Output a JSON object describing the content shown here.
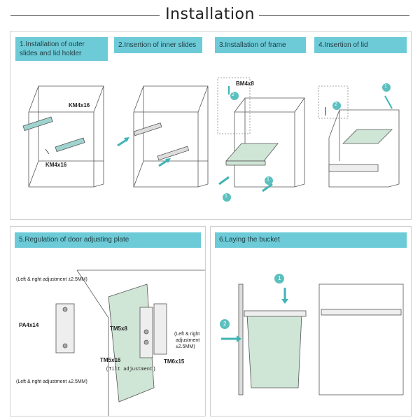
{
  "title": "Installation",
  "steps": [
    {
      "label": "1.Installation of outer slides and lid holder"
    },
    {
      "label": "2.Insertion of inner slides"
    },
    {
      "label": "3.Installation of frame"
    },
    {
      "label": "4.Insertion of lid"
    },
    {
      "label": "5.Regulation of door adjusting plate"
    },
    {
      "label": "6.Laying the bucket"
    }
  ],
  "step1": {
    "screw_top": "KM4x16",
    "screw_bottom": "KM4x16"
  },
  "step3": {
    "screw": "BM4x8",
    "badge_a": "2",
    "badge_b": "1",
    "badge_c": "1"
  },
  "step4": {
    "badge_a": "1",
    "badge_b": "2"
  },
  "step5": {
    "adj_top": "(Left & right adjustment ±2.5MM)",
    "adj_bottom": "(Left & right adjustment ±2.5MM)",
    "pa": "PA4x14",
    "tm58": "TM5x8",
    "tm516": "TM5x16",
    "tilt": "(Tilt adjustment)",
    "tm615": "TM6x15",
    "adj_right_1": "(Left & right",
    "adj_right_2": "adjustment",
    "adj_right_3": "±2.5MM)"
  },
  "step6": {
    "badge_a": "1",
    "badge_b": "2"
  },
  "colors": {
    "accent": "#6dcbd8",
    "teal": "#3fb3b4",
    "green_part": "#cfe5d6"
  }
}
